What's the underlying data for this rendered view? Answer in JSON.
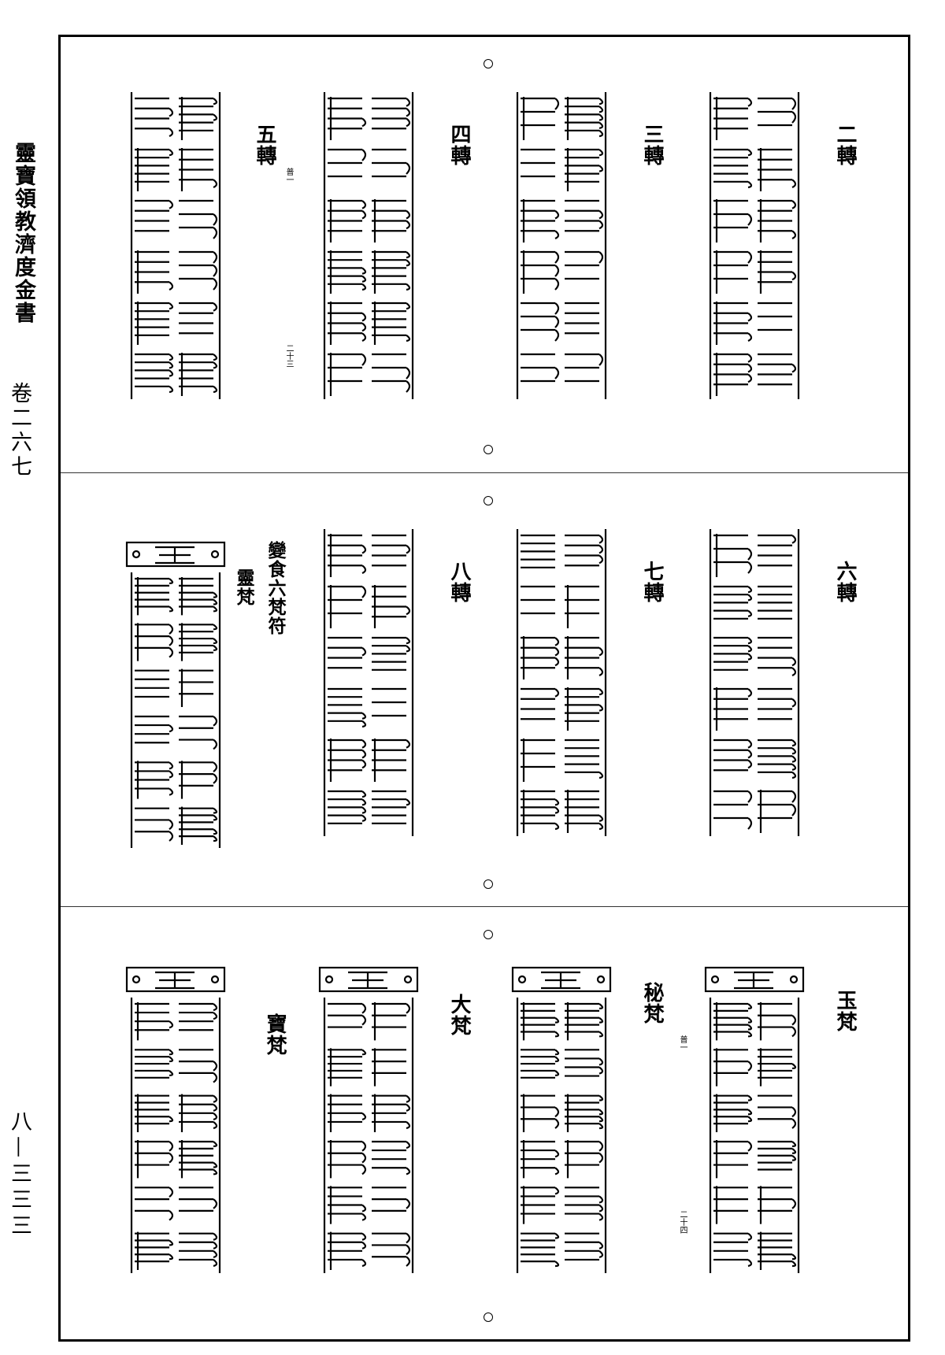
{
  "margin": {
    "book_title": "靈寶領教濟度金書",
    "volume": "卷二六七",
    "page_number": "八—三三三"
  },
  "rows": [
    {
      "items": [
        {
          "label": "二轉"
        },
        {
          "label": "三轉"
        },
        {
          "label": "四轉"
        },
        {
          "label": "五轉",
          "note": "普一",
          "page_note": "二十三"
        }
      ]
    },
    {
      "items": [
        {
          "label": "六轉"
        },
        {
          "label": "七轉"
        },
        {
          "label": "八轉"
        },
        {
          "label": "靈梵",
          "heading": "變食六梵符"
        }
      ]
    },
    {
      "items": [
        {
          "label": "玉梵"
        },
        {
          "label": "秘梵",
          "note": "普一",
          "page_note": "二十四"
        },
        {
          "label": "大梵"
        },
        {
          "label": "寶梵"
        }
      ]
    }
  ]
}
